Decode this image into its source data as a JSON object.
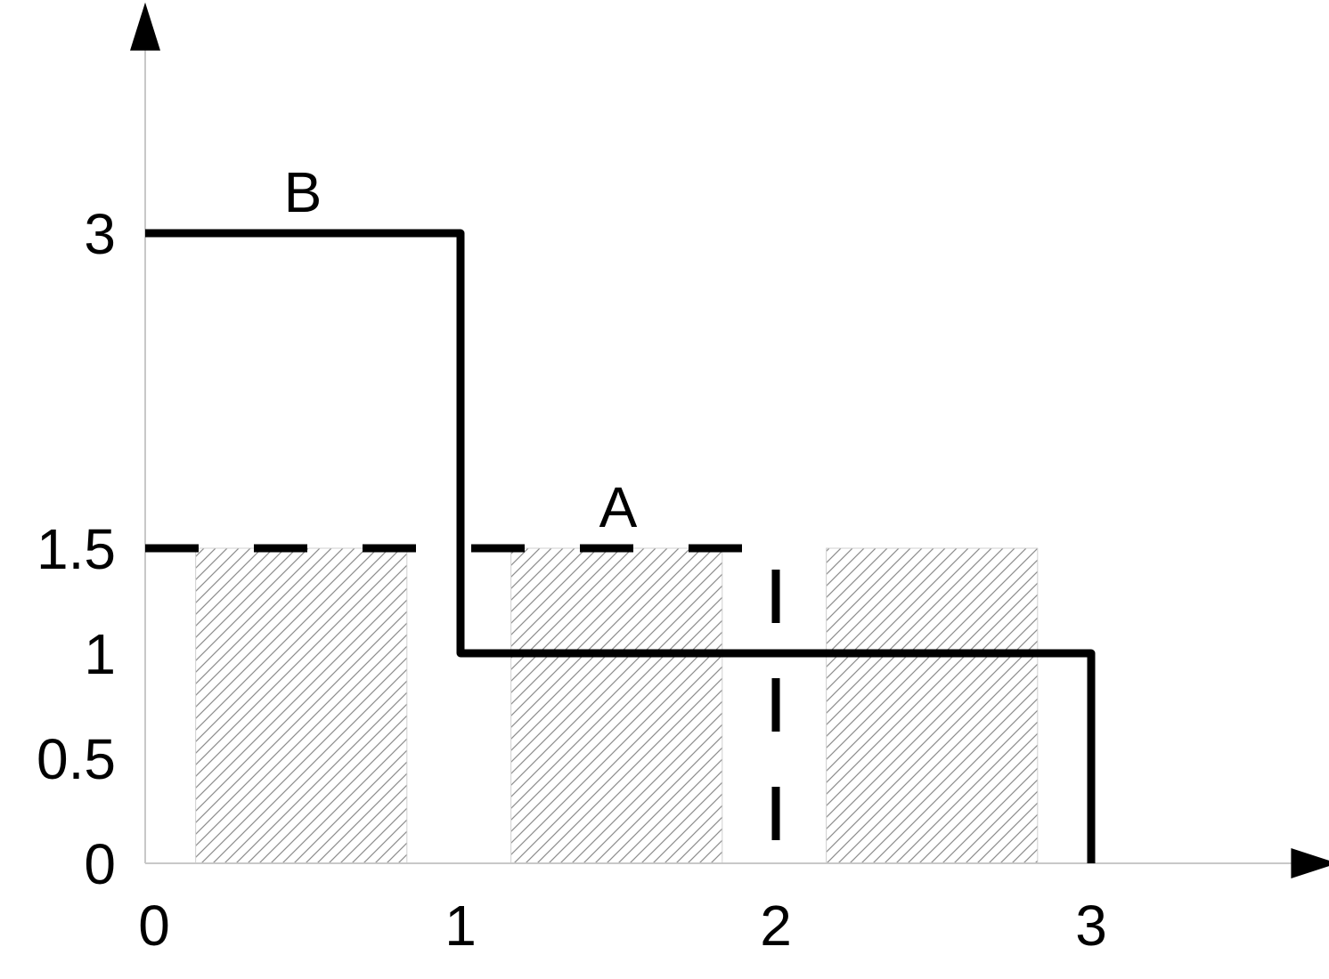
{
  "chart_data": {
    "type": "line",
    "title": "",
    "xlabel": "",
    "ylabel": "",
    "xlim": [
      0,
      3.6
    ],
    "ylim": [
      0,
      4.2
    ],
    "grid": false,
    "legend": "none",
    "x_ticks": [
      {
        "value": 0,
        "label": "0"
      },
      {
        "value": 1,
        "label": "1"
      },
      {
        "value": 2,
        "label": "2"
      },
      {
        "value": 3,
        "label": "3"
      }
    ],
    "y_ticks": [
      {
        "value": 0,
        "label": "0"
      },
      {
        "value": 0.5,
        "label": "0.5"
      },
      {
        "value": 1,
        "label": "1"
      },
      {
        "value": 1.5,
        "label": "1.5"
      },
      {
        "value": 3,
        "label": "3"
      }
    ],
    "series": [
      {
        "name": "B",
        "style": "solid",
        "color": "#000000",
        "points": [
          [
            0,
            3
          ],
          [
            1,
            3
          ],
          [
            1,
            1
          ],
          [
            3,
            1
          ],
          [
            3,
            0
          ]
        ],
        "label_at": [
          0.5,
          3.2
        ]
      },
      {
        "name": "A",
        "style": "dashed",
        "color": "#000000",
        "points": [
          [
            0,
            1.5
          ],
          [
            1.85,
            1.5
          ],
          [
            2,
            1.5
          ],
          [
            2,
            0
          ]
        ],
        "label_at": [
          1.5,
          1.7
        ]
      }
    ],
    "shaded_regions": [
      {
        "x0": 0.16,
        "x1": 0.83,
        "y0": 0,
        "y1": 1.5,
        "fill": "hatched",
        "color": "#b0b0b0"
      },
      {
        "x0": 1.16,
        "x1": 1.83,
        "y0": 0,
        "y1": 1.5,
        "fill": "hatched",
        "color": "#b0b0b0"
      },
      {
        "x0": 2.16,
        "x1": 2.83,
        "y0": 0,
        "y1": 1.5,
        "fill": "hatched",
        "color": "#b0b0b0"
      }
    ]
  }
}
